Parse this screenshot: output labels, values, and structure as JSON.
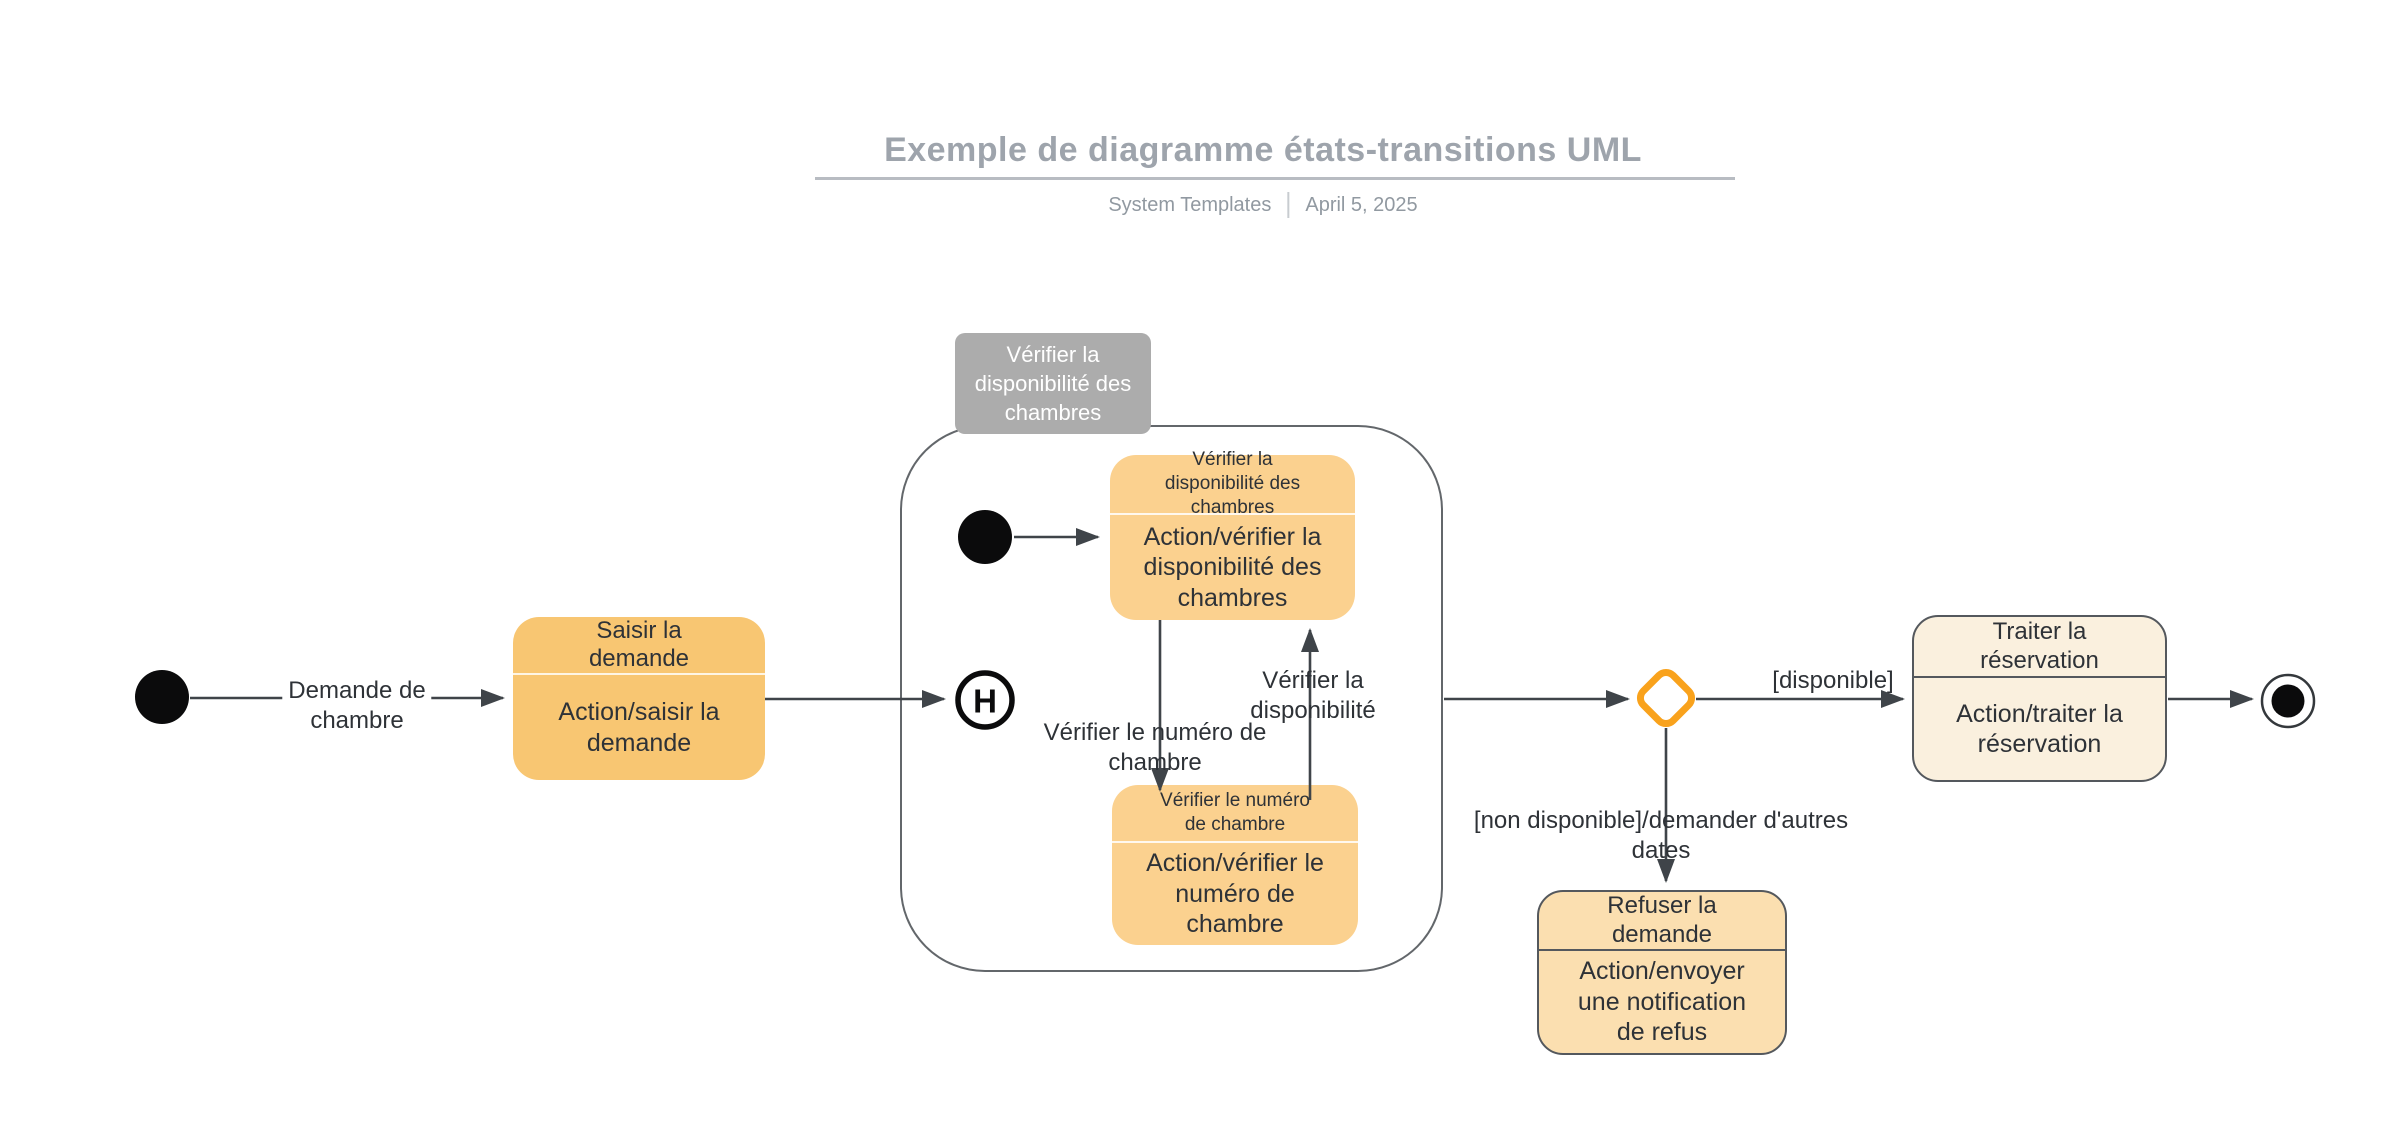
{
  "header": {
    "title": "Exemple de diagramme états-transitions UML",
    "source": "System Templates",
    "date": "April 5, 2025"
  },
  "colors": {
    "state_orange": "#F8C672",
    "state_inner_orange": "#FBD18F",
    "state_cream": "#FAF0DE",
    "state_light_orange": "#FBDFB0",
    "composite_label_gray": "#ACACAC",
    "choice_diamond_orange": "#F9A21C",
    "line_dark": "#3F4449",
    "title_gray": "#9EA4AC"
  },
  "diagram": {
    "history_symbol": "H",
    "composite_label": {
      "lines": [
        "Vérifier la",
        "disponibilité des",
        "chambres"
      ]
    },
    "states": {
      "saisir": {
        "title": [
          "Saisir la",
          "demande"
        ],
        "body": [
          "Action/saisir la",
          "demande"
        ]
      },
      "verifier_disponibilite": {
        "title": [
          "Vérifier la",
          "disponibilité des",
          "chambres"
        ],
        "body": [
          "Action/vérifier la",
          "disponibilité des",
          "chambres"
        ]
      },
      "verifier_numero": {
        "title": [
          "Vérifier le numéro",
          "de chambre"
        ],
        "body": [
          "Action/vérifier le",
          "numéro de",
          "chambre"
        ]
      },
      "traiter": {
        "title": [
          "Traiter la",
          "réservation"
        ],
        "body": [
          "Action/traiter la",
          "réservation"
        ]
      },
      "refuser": {
        "title": [
          "Refuser la",
          "demande"
        ],
        "body": [
          "Action/envoyer",
          "une notification",
          "de refus"
        ]
      }
    },
    "transitions": {
      "demande": [
        "Demande de",
        "chambre"
      ],
      "verifier_numero": [
        "Vérifier le numéro de",
        "chambre"
      ],
      "verifier_dispo": [
        "Vérifier la",
        "disponibilité"
      ],
      "disponible": [
        "[disponible]"
      ],
      "non_disponible": [
        "[non disponible]/demander d'autres",
        "dates"
      ]
    }
  }
}
